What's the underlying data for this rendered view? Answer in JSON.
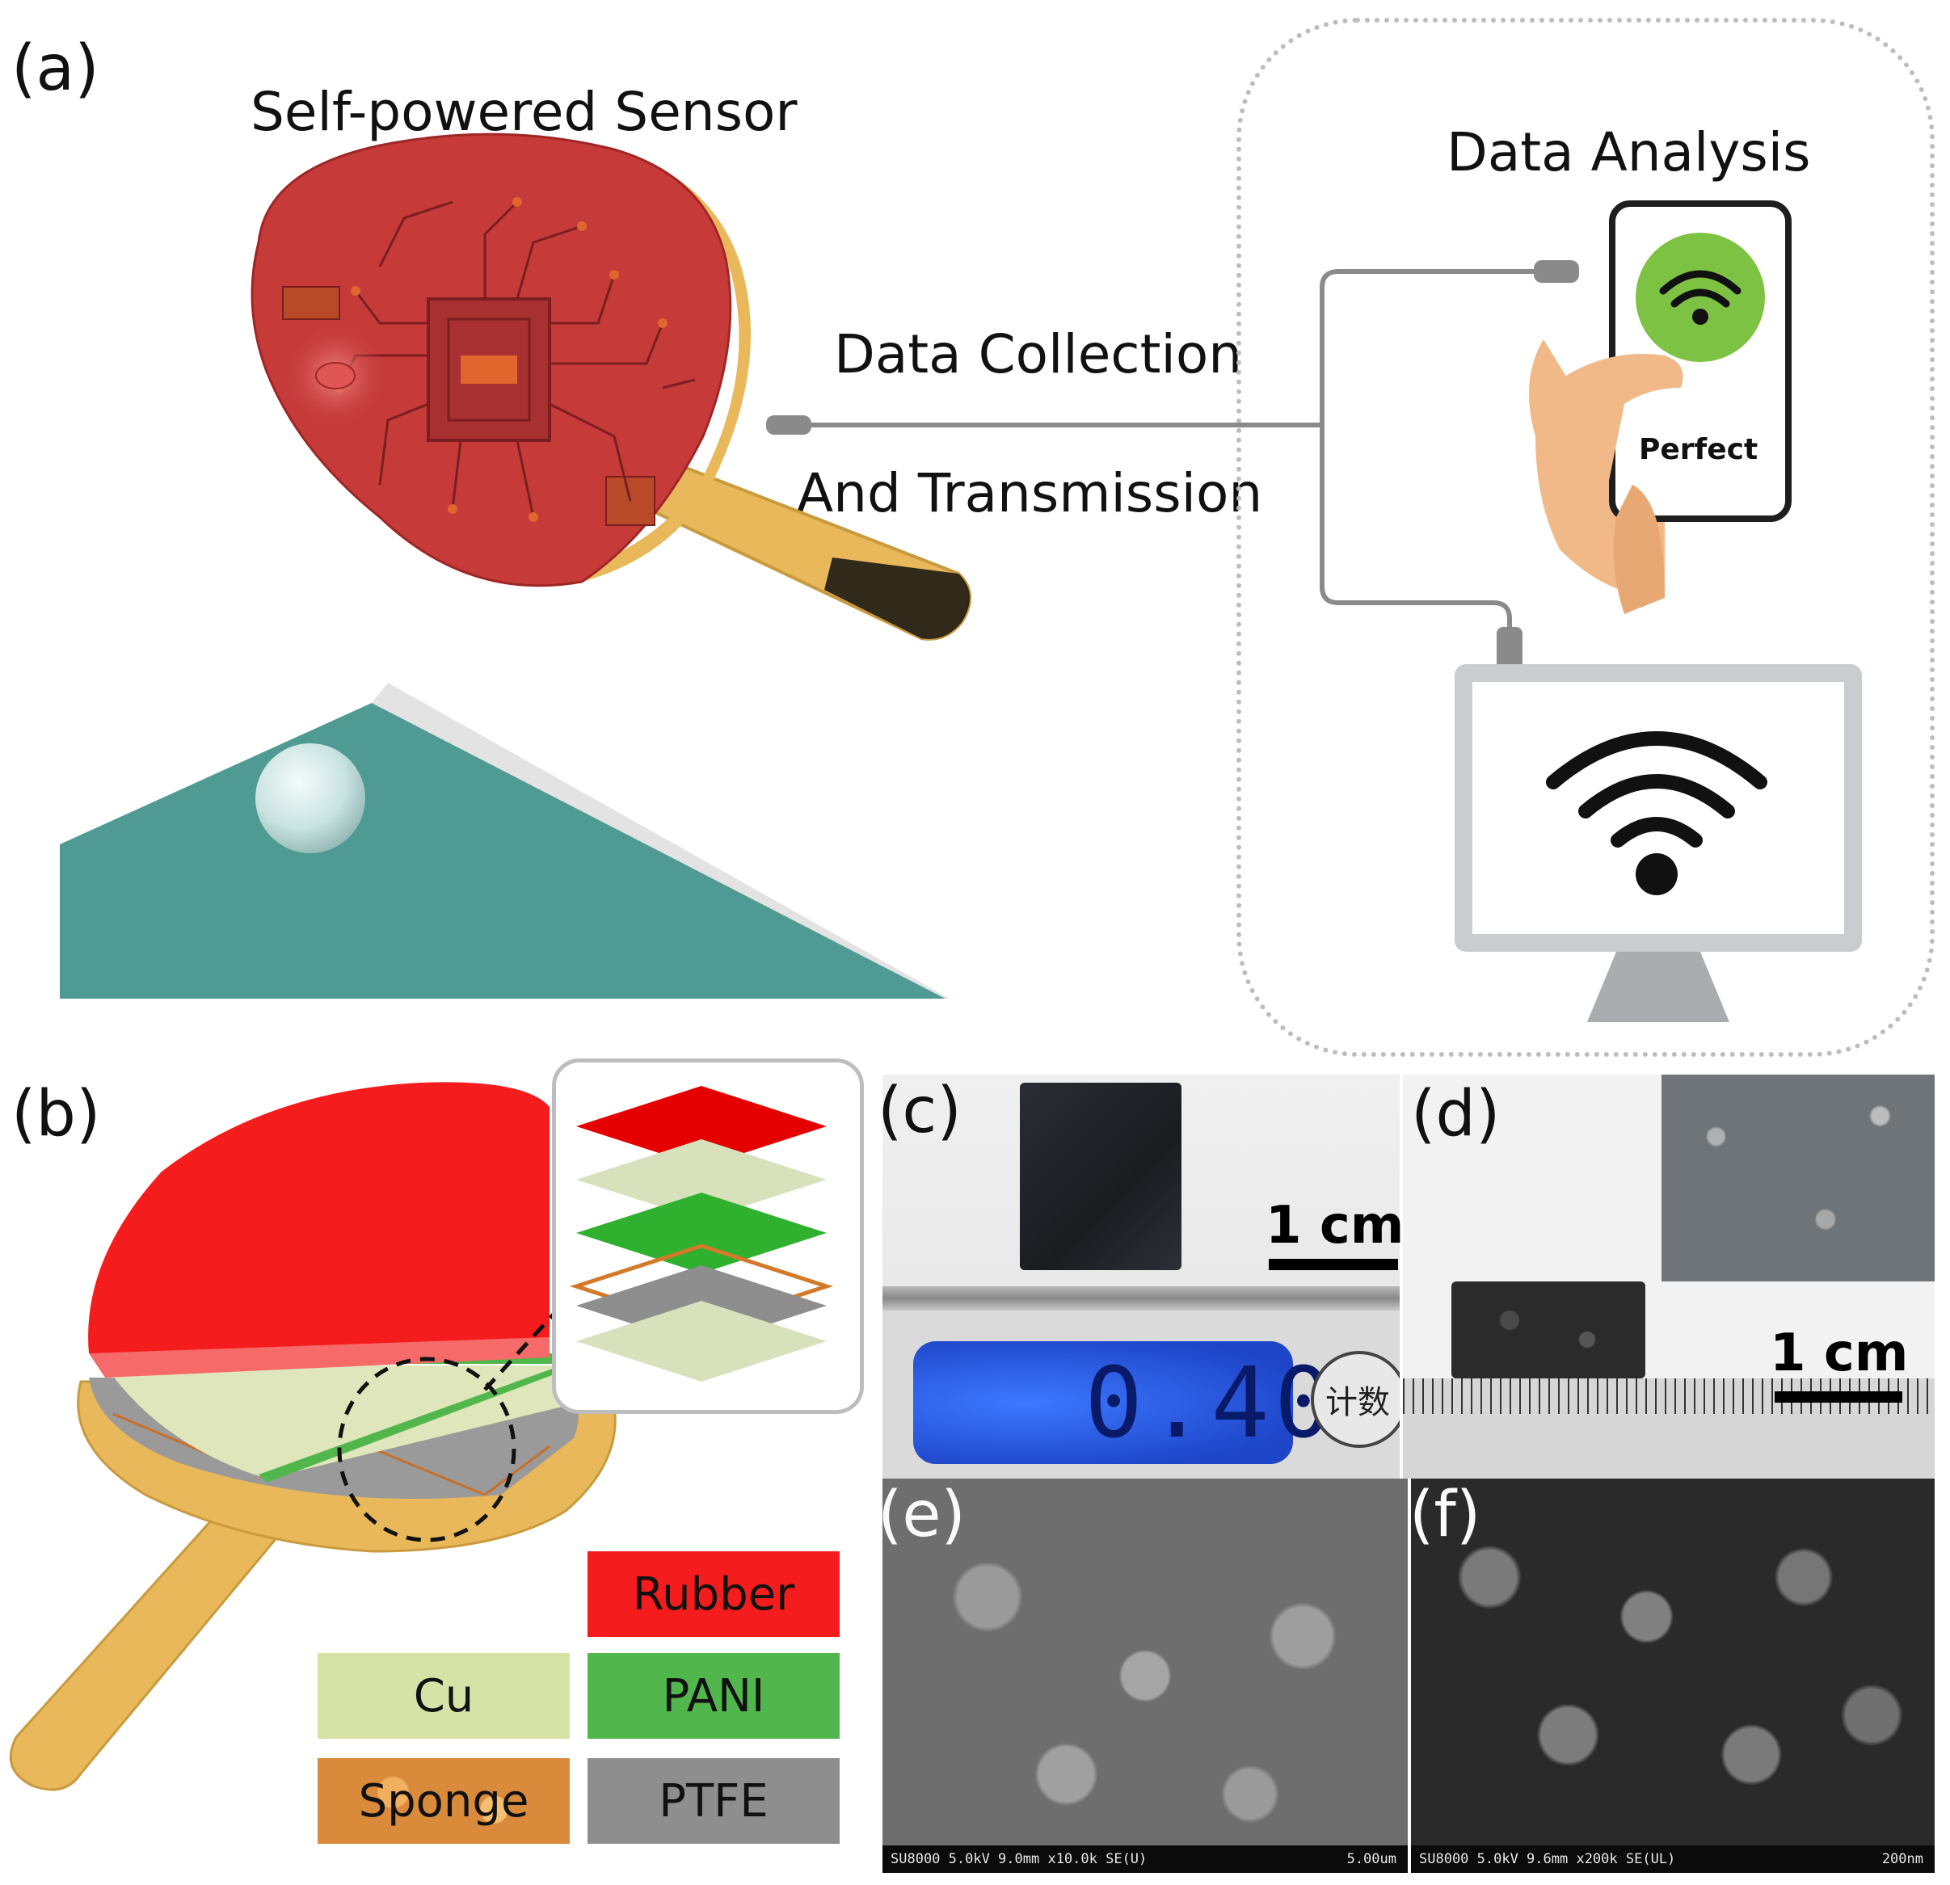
{
  "panels": {
    "a": {
      "letter": "(a)",
      "sensor_title": "Self-powered Sensor",
      "collection_line1": "Data Collection",
      "collection_line2": "And Transmission",
      "analysis_title": "Data Analysis",
      "phone_text": "Perfect"
    },
    "b": {
      "letter": "(b)"
    },
    "c": {
      "letter": "(c)",
      "scale_label": "1 cm",
      "scale_display": "0.40",
      "side_char": "计数"
    },
    "d": {
      "letter": "(d)",
      "scale_label": "1 cm"
    },
    "e": {
      "letter": "(e)",
      "sem_info": "SU8000 5.0kV 9.0mm x10.0k SE(U)",
      "sem_scale": "5.00um"
    },
    "f": {
      "letter": "(f)",
      "sem_info": "SU8000 5.0kV 9.6mm x200k SE(UL)",
      "sem_scale": "200nm"
    }
  },
  "legend": [
    {
      "label": "Rubber",
      "color": "#f41c1c"
    },
    {
      "label": "Cu",
      "color": "#d7e2a6"
    },
    {
      "label": "PANI",
      "color": "#51b74d"
    },
    {
      "label": "Sponge",
      "color": "#d98a3a"
    },
    {
      "label": "PTFE",
      "color": "#8e8e8e"
    }
  ],
  "colors": {
    "rubber": "#e7161b",
    "circuit_red": "#c63a3a",
    "handle": "#e8b85a",
    "table": "#4f9a93",
    "wire": "#8a8a8a",
    "phone_green": "#7ec243",
    "skin": "#f1b888"
  }
}
